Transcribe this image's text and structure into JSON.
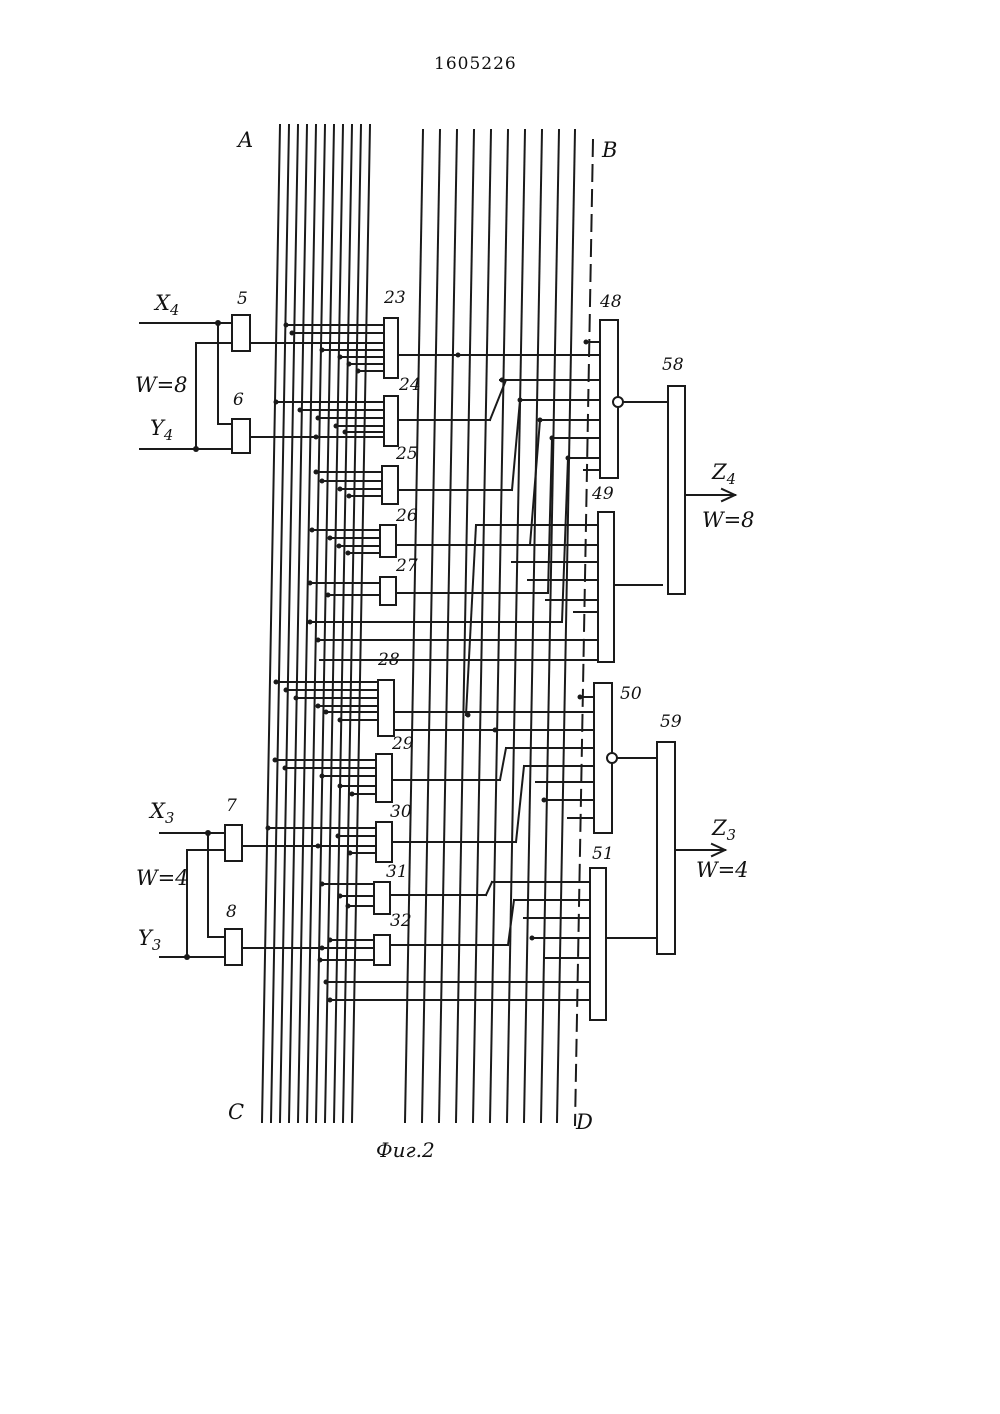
{
  "document_number": "1605226",
  "figure_caption": "Фиг.2",
  "bus_labels": {
    "top_left": "A",
    "top_right": "B",
    "bottom_left": "C",
    "bottom_right": "D"
  },
  "signals": {
    "x4": "X",
    "x4_sub": "4",
    "y4": "Y",
    "y4_sub": "4",
    "w_upper": "W=8",
    "x3": "X",
    "x3_sub": "3",
    "y3": "Y",
    "y3_sub": "3",
    "w_lower": "W=4",
    "z4": "Z",
    "z4_sub": "4",
    "z4_width": "W=8",
    "z3": "Z",
    "z3_sub": "3",
    "z3_width": "W=4"
  },
  "block_numbers": {
    "b5": "5",
    "b6": "6",
    "b7": "7",
    "b8": "8",
    "b23": "23",
    "b24": "24",
    "b25": "25",
    "b26": "26",
    "b27": "27",
    "b28": "28",
    "b29": "29",
    "b30": "30",
    "b31": "31",
    "b32": "32",
    "b48": "48",
    "b49": "49",
    "b50": "50",
    "b51": "51",
    "b58": "58",
    "b59": "59"
  },
  "colors": {
    "ink": "#1a1a1a",
    "paper": "#ffffff"
  }
}
